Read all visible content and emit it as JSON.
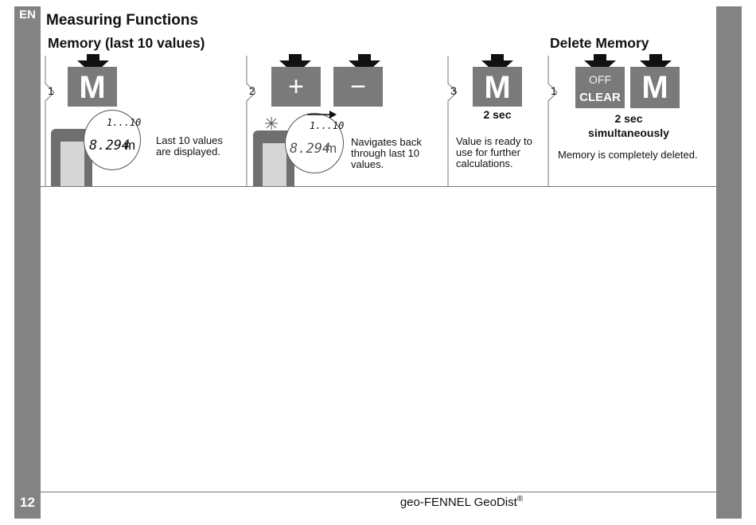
{
  "sidebar": {
    "lang": "EN",
    "page_number": "12"
  },
  "header": {
    "title": "Measuring Functions",
    "memory_heading": "Memory (last 10 values)",
    "delete_heading": "Delete Memory"
  },
  "steps": {
    "s1": {
      "number": "1",
      "key": "M",
      "display_top": "1...10",
      "display_value": "8.294",
      "display_unit": "m",
      "description": [
        "Last 10 values",
        "are displayed."
      ]
    },
    "s2": {
      "number": "2",
      "key_plus": "+",
      "key_minus": "−",
      "display_top": "1...10",
      "display_value": "8.294",
      "display_unit": "m",
      "description": [
        "Navigates back",
        "through last 10",
        "values."
      ]
    },
    "s3": {
      "number": "3",
      "key": "M",
      "duration": "2 sec",
      "description": [
        "Value is ready to",
        "use for further",
        "calculations."
      ]
    },
    "s4": {
      "number": "1",
      "key_off": "OFF",
      "key_clear": "CLEAR",
      "key": "M",
      "duration": "2 sec",
      "mode": "simultaneously",
      "description": [
        "Memory is completely deleted."
      ]
    }
  },
  "footer": {
    "product": "geo-FENNEL GeoDist",
    "mark": "®"
  },
  "icons": [
    "down-arrow-icon",
    "laser-star-icon",
    "right-arrow-icon"
  ],
  "colors": {
    "sidebar": "#838383",
    "key": "#7a7a7a",
    "rule": "#777777"
  }
}
